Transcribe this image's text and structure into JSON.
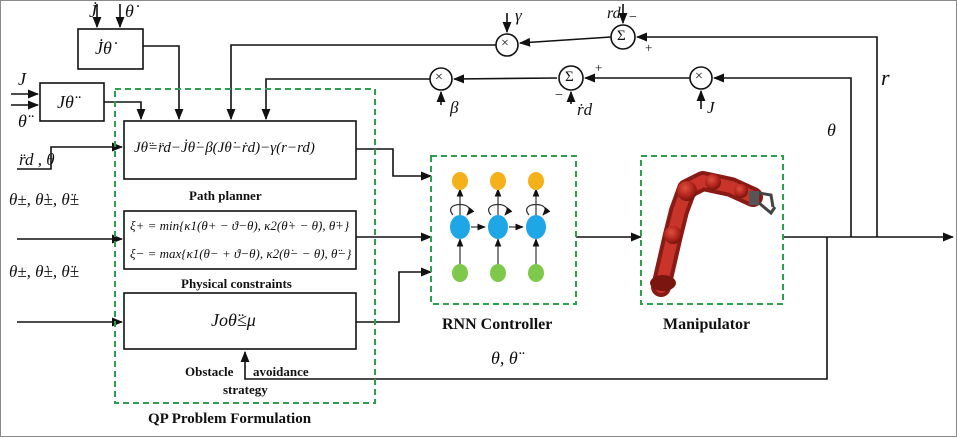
{
  "inputs": {
    "j_dot": "J̇",
    "theta_dot": "θ̇",
    "j": "J",
    "theta_ddot": "θ̈",
    "rd_ddot_theta": "r̈d , θ",
    "limits_1": "θ±, θ̇±, θ̈±",
    "limits_2": "θ±, θ̇±, θ̈±"
  },
  "blocks": {
    "jdot_thetadot": "J̇θ̇",
    "j_thetaddot": "Jθ̈",
    "path_equation": "Jθ̈=r̈d−J̇θ̇−β(Jθ̇−ṙd)−γ(r−rd)",
    "constraint_upper": "ξ+ = min{κ1(θ+ − ϑ−θ), κ2(θ̇+ − θ̇), θ̈+}",
    "constraint_lower": "ξ− = max{κ1(θ− + ϑ−θ), κ2(θ̇− − θ̇), θ̈−}",
    "obstacle_equation": "Joθ̈≤μ"
  },
  "labels": {
    "path_planner": "Path planner",
    "physical_constraints": "Physical constraints",
    "obstacle_left": "Obstacle",
    "obstacle_right": "avoidance",
    "obstacle_bottom": "strategy",
    "qp_title": "QP Problem Formulation",
    "rnn_controller": "RNN Controller",
    "manipulator": "Manipulator",
    "feedback_theta": "θ, θ̈"
  },
  "signals": {
    "gamma": "γ",
    "beta": "β",
    "j_gain": "J",
    "rd_top": "rd",
    "rd_dot": "ṙd",
    "r_out": "r",
    "theta_out": "θ",
    "minus": "−",
    "plus": "+",
    "multiply": "×",
    "sum": "Σ"
  },
  "colors": {
    "dashed_frame": "#2e9e4f",
    "rnn_top_node": "#f5b11a",
    "rnn_mid_node": "#1ea6e6",
    "rnn_bottom_node": "#7fc94a",
    "robot_arm": "#b0231c"
  }
}
